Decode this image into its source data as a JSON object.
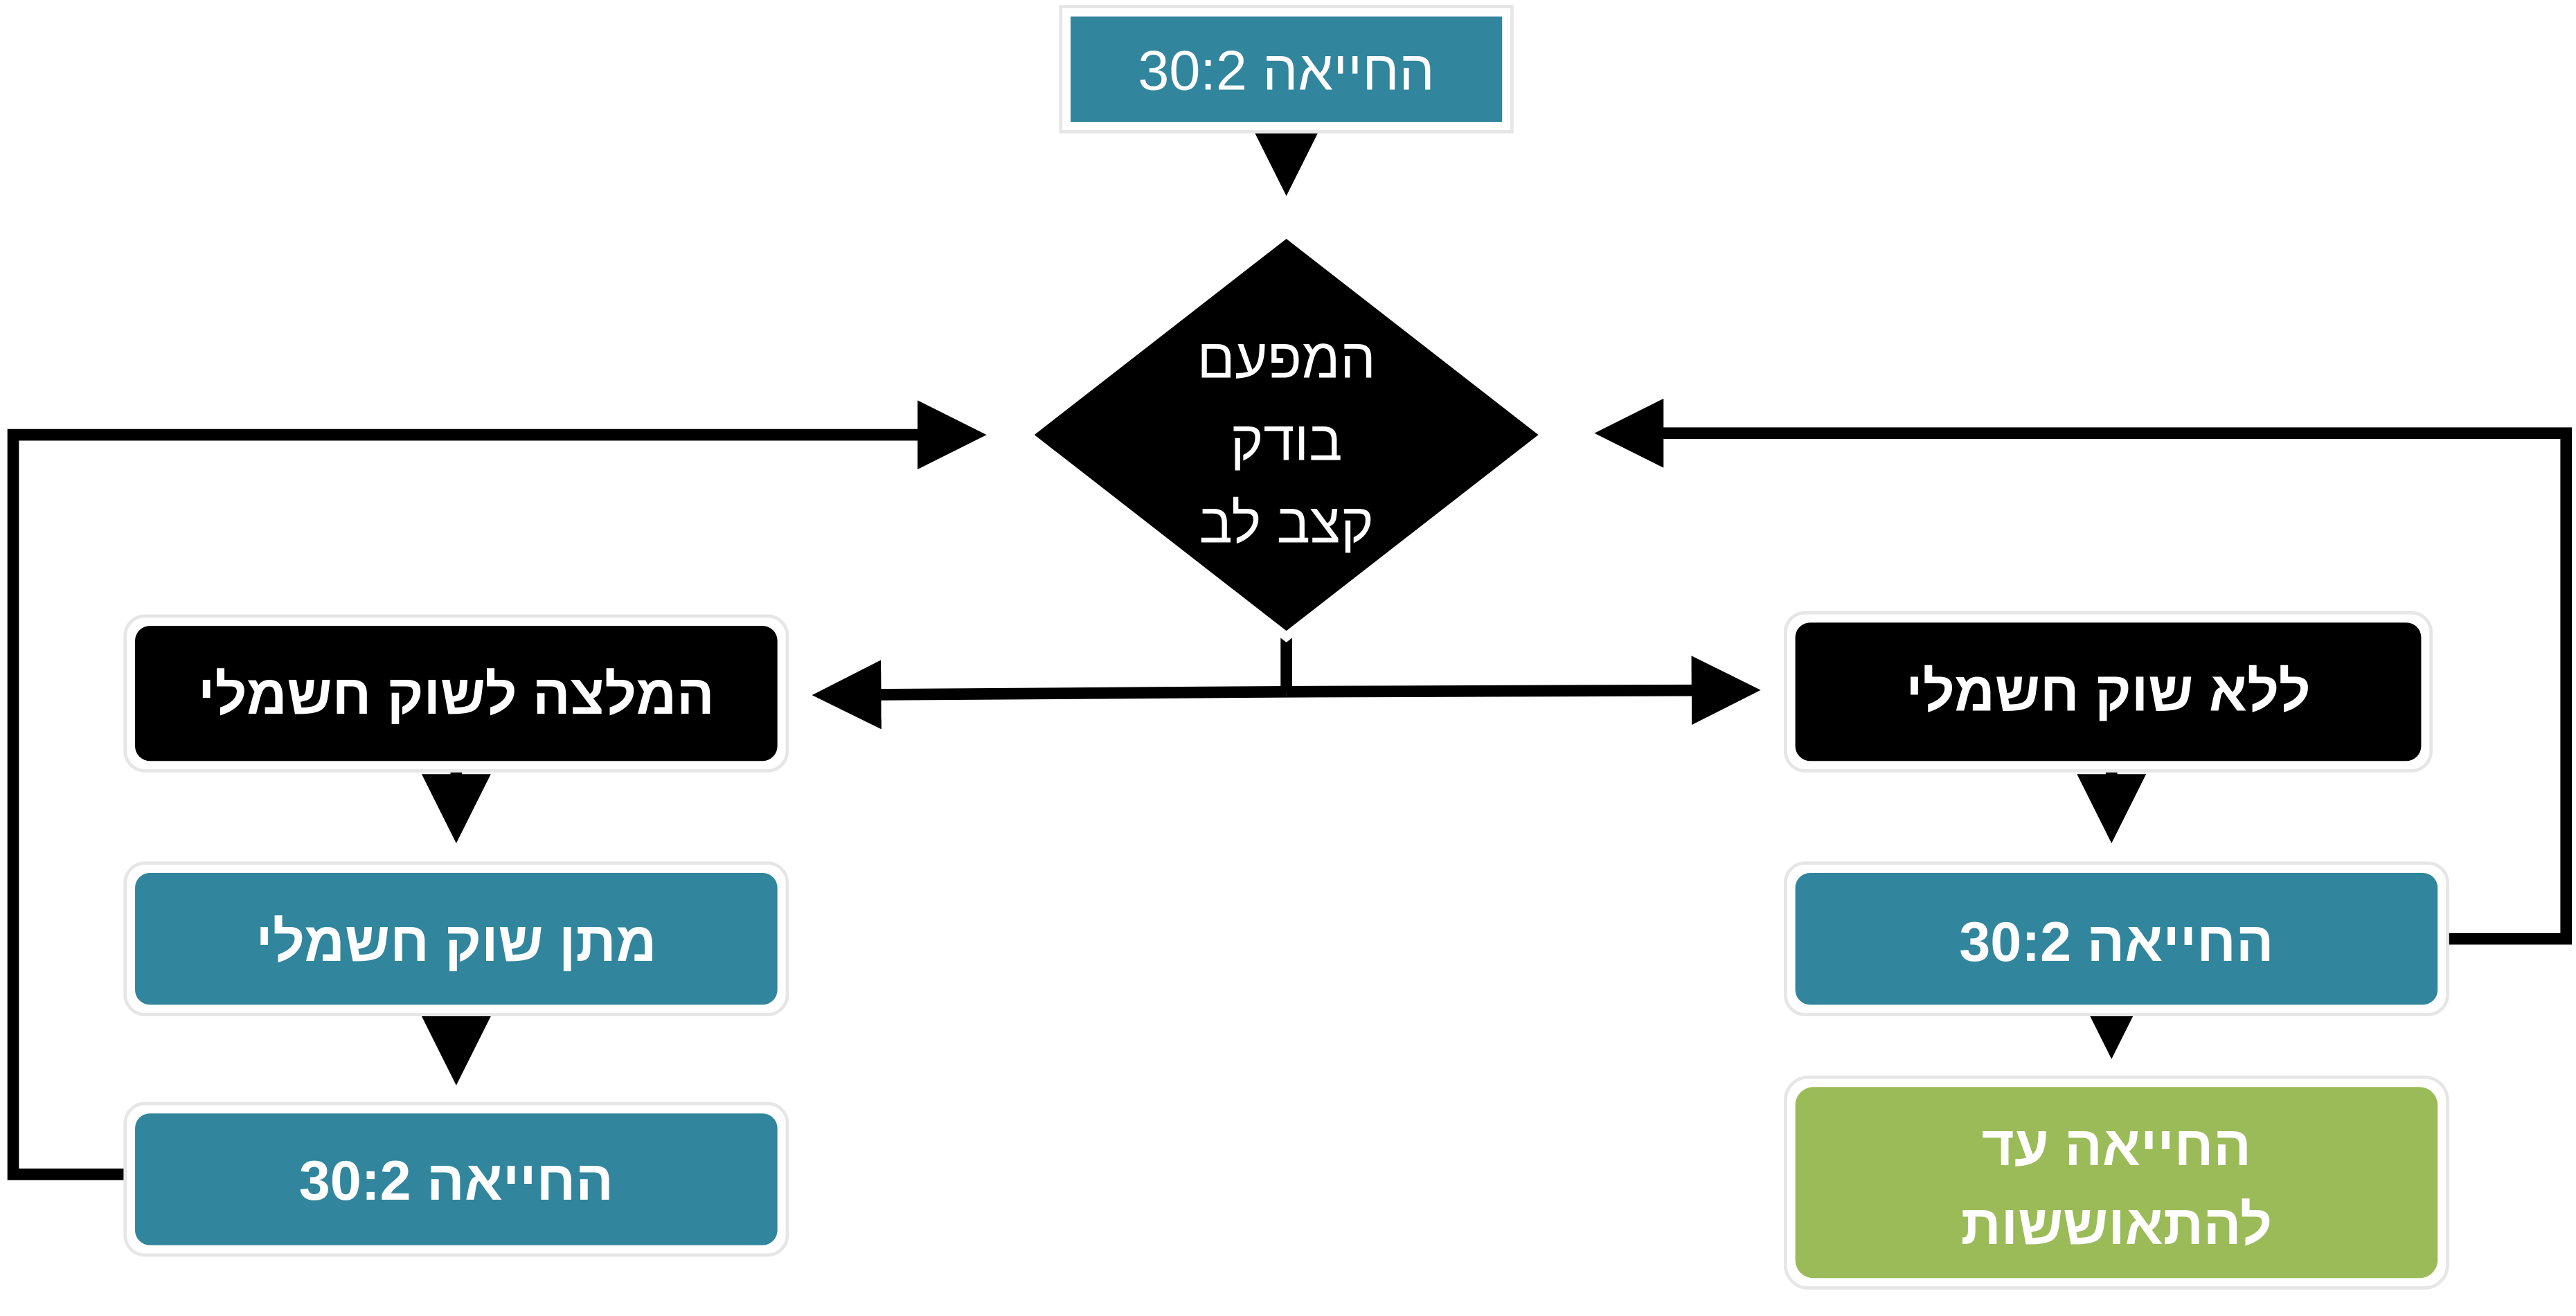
{
  "nodes": {
    "start": "החייאה 30:2",
    "decision": [
      "המפעם",
      "בודק",
      "קצב לב"
    ],
    "shockable": "המלצה לשוק חשמלי",
    "give_shock": "מתן שוק חשמלי",
    "cpr_left": "החייאה 30:2",
    "non_shockable": "ללא שוק חשמלי",
    "cpr_right": "החייאה 30:2",
    "until_recovery": [
      "החייאה עד",
      "להתאוששות"
    ]
  },
  "colors": {
    "teal": "#31859C",
    "green": "#9BBB59",
    "black": "#000000"
  }
}
